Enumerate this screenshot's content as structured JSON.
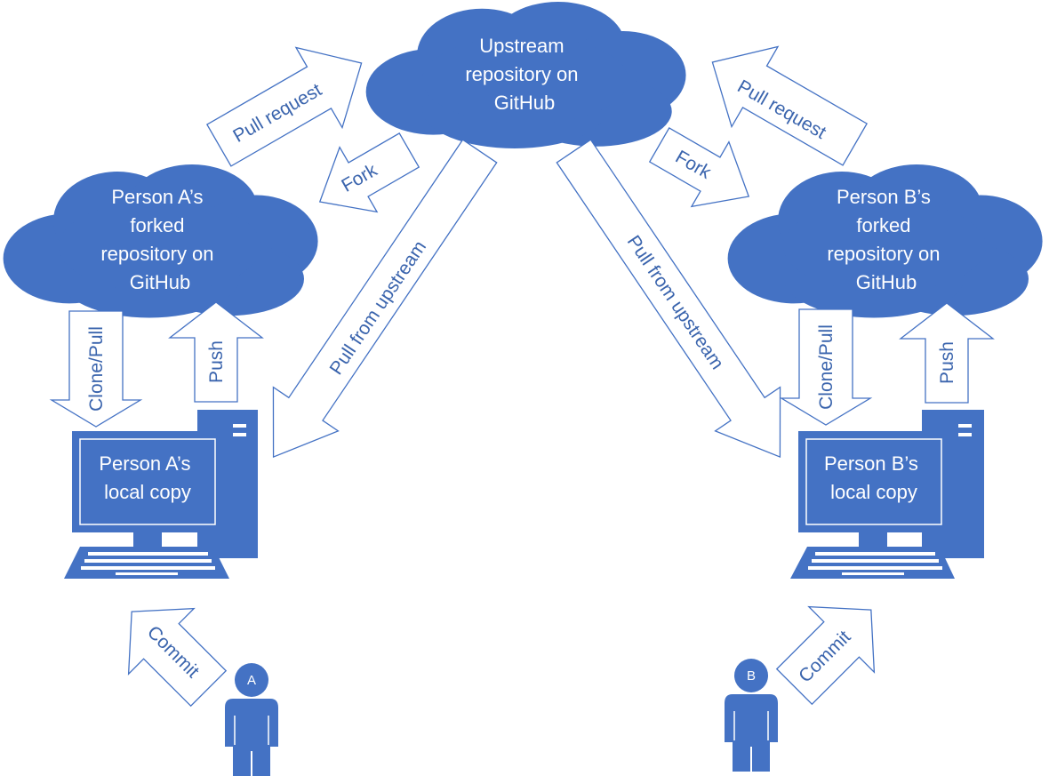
{
  "colors": {
    "primary": "#4472c4",
    "arrow_text": "#3a64ad",
    "background": "#ffffff"
  },
  "clouds": {
    "upstream": [
      "Upstream",
      "repository on",
      "GitHub"
    ],
    "fork_a": [
      "Person A’s",
      "forked",
      "repository on",
      "GitHub"
    ],
    "fork_b": [
      "Person B’s",
      "forked",
      "repository on",
      "GitHub"
    ]
  },
  "computers": {
    "a": [
      "Person A’s",
      "local copy"
    ],
    "b": [
      "Person B’s",
      "local copy"
    ]
  },
  "arrows": {
    "pull_request_a": "Pull request",
    "fork_a": "Fork",
    "pull_upstream_a": "Pull from upstream",
    "pull_request_b": "Pull request",
    "fork_b": "Fork",
    "pull_upstream_b": "Pull from upstream",
    "clone_pull_a": "Clone/Pull",
    "push_a": "Push",
    "clone_pull_b": "Clone/Pull",
    "push_b": "Push",
    "commit_a": "Commit",
    "commit_b": "Commit"
  },
  "people": {
    "a": "A",
    "b": "B"
  }
}
